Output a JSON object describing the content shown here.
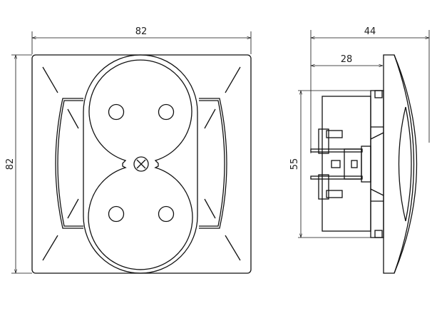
{
  "front_view": {
    "width_label": "82",
    "height_label": "82"
  },
  "side_view": {
    "depth_total_label": "44",
    "depth_body_label": "28",
    "body_height_label": "55"
  }
}
